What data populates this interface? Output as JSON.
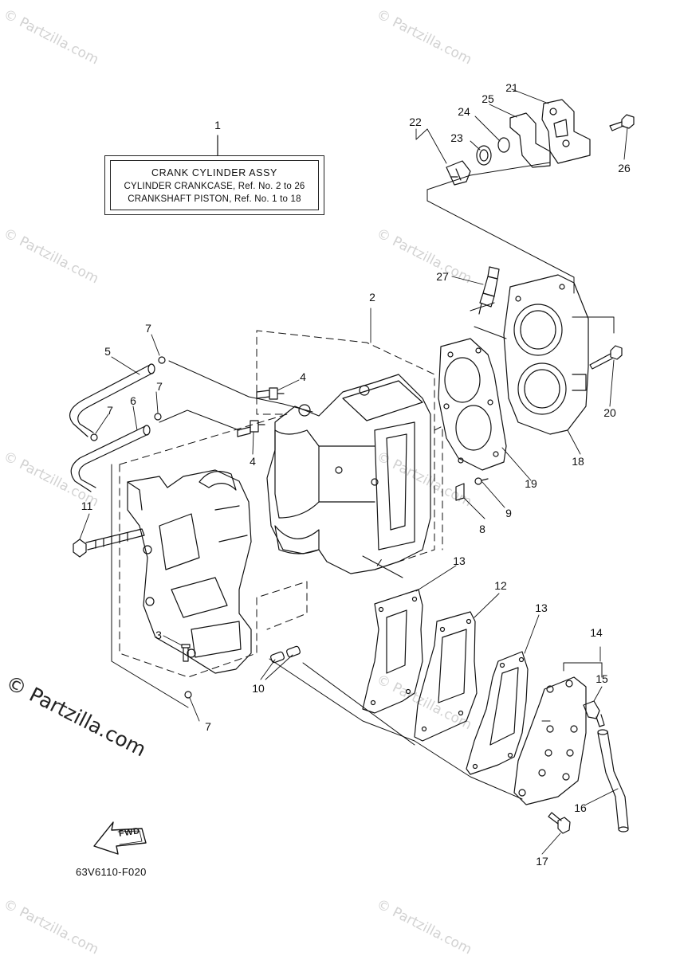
{
  "watermarks": {
    "tile_text": "© Partzilla.com",
    "main_text": "© Partzilla.com"
  },
  "legend": {
    "callout": "1",
    "title": "CRANK CYLINDER ASSY",
    "line1": "CYLINDER CRANKCASE,  Ref. No. 2  to  26",
    "line2": "CRANKSHAFT PISTON,  Ref. No. 1  to  18"
  },
  "diagram_code": "63V6110-F020",
  "fwd_arrow": {
    "text": "FWD"
  },
  "callouts": {
    "c2": "2",
    "c3": "3",
    "c4a": "4",
    "c4b": "4",
    "c5": "5",
    "c6": "6",
    "c7a": "7",
    "c7b": "7",
    "c7c": "7",
    "c7d": "7",
    "c8": "8",
    "c9": "9",
    "c10": "10",
    "c11": "11",
    "c12": "12",
    "c13a": "13",
    "c13b": "13",
    "c14": "14",
    "c15": "15",
    "c16": "16",
    "c17": "17",
    "c18": "18",
    "c19": "19",
    "c20": "20",
    "c21": "21",
    "c22": "22",
    "c23": "23",
    "c24": "24",
    "c25": "25",
    "c26": "26",
    "c27": "27"
  }
}
